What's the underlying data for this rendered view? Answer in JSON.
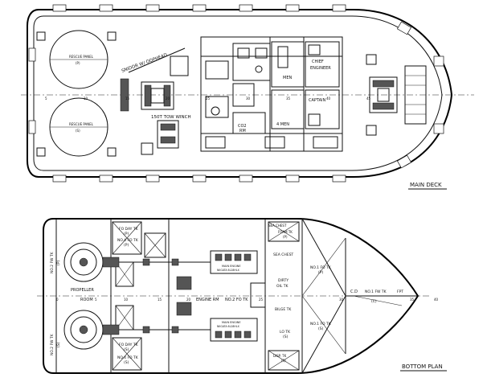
{
  "main_deck": {
    "caption": "MAIN DECK",
    "labels": {
      "rescue_top": "RESCUE PANEL",
      "rescue_top_side": "(P)",
      "rescue_bot": "RESCUE PANEL",
      "rescue_bot_side": "(S)",
      "winch_note": "SNIDOR W/ OOPHEAD",
      "tow_winch": "150T TOW WINCH",
      "co2": "CO2",
      "co2_rm": "RM",
      "men4": "4 MEN",
      "captain": "CAPTAIN",
      "chief": "CHIEF",
      "engineer": "ENGINEER",
      "men_top": "MEN"
    },
    "frames": [
      "5",
      "10",
      "15",
      "20",
      "25",
      "30",
      "35",
      "40",
      "45"
    ]
  },
  "bottom_plan": {
    "caption": "BOTTOM PLAN",
    "labels": {
      "fo_day_p": "FO DAY TK",
      "fo_day_p_side": "(P)",
      "fo4_p": "NO.4 FO TK",
      "fo4_p_side": "(P)",
      "fo_day_s": "FO DAY TK",
      "fo_day_s_side": "(S)",
      "fo4_s": "NO.4 FO TK",
      "fo4_s_side": "(S)",
      "fw2_p": "NO.2 FW TK",
      "fw2_p_side": "(P)",
      "fw2_s": "NO.2 FW TK",
      "fw2_s_side": "(S)",
      "propeller": "PROPELLER",
      "room": "ROOM",
      "engine_rm": "ENGINE RM",
      "fo2": "NO.2 FO TK",
      "main_engine_top": "MAIN ENGINE",
      "main_engine_top_sub": "NIIGATA 6L28HLX",
      "main_engine_bot": "MAIN ENGINE",
      "main_engine_bot_sub": "NIIGATA 6L28HLX",
      "sea_chest_top": "SEA CHEST",
      "foam_tk": "FOAM TK",
      "foam_tk_side": "(P)",
      "sea_chest_mid": "SEA CHEST",
      "dirty_oil": "DIRTY",
      "dirty_oil_2": "OIL TK",
      "bilge_tk": "BILGE TK",
      "lo_tk": "LO TK",
      "lo_tk_side": "(S)",
      "disp_tk": "DISP. TK",
      "disp_tk_side": "(S)",
      "fo1_p": "NO.1 FO TK",
      "fo1_p_side": "(P)",
      "fo1_s": "NO.1 FO TK",
      "fo1_s_side": "(S)",
      "cd": "C.D",
      "fw1": "NO.1 FW TK",
      "fw1_side": "(C)",
      "fpt": "FPT"
    },
    "frames": [
      "0",
      "5",
      "10",
      "15",
      "20",
      "25",
      "30",
      "35",
      "40"
    ]
  }
}
